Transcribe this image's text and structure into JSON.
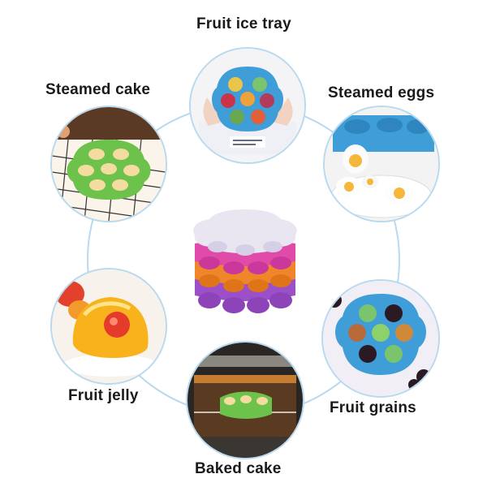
{
  "labels": {
    "fruit_ice_tray": "Fruit ice tray",
    "steamed_cake": "Steamed cake",
    "steamed_eggs": "Steamed eggs",
    "fruit_jelly": "Fruit jelly",
    "fruit_grains": "Fruit grains",
    "baked_cake": "Baked cake"
  },
  "colors": {
    "ring": "#b9d9ee",
    "tray_blue": "#3f9ed8",
    "tray_green": "#6cc24a",
    "tray_white": "#e9e6f2",
    "tray_pink": "#e04aa8",
    "tray_orange": "#f0862a",
    "tray_purple": "#9b4fc9",
    "jelly_yellow": "#f7b21c",
    "jelly_red": "#e53b2b"
  }
}
